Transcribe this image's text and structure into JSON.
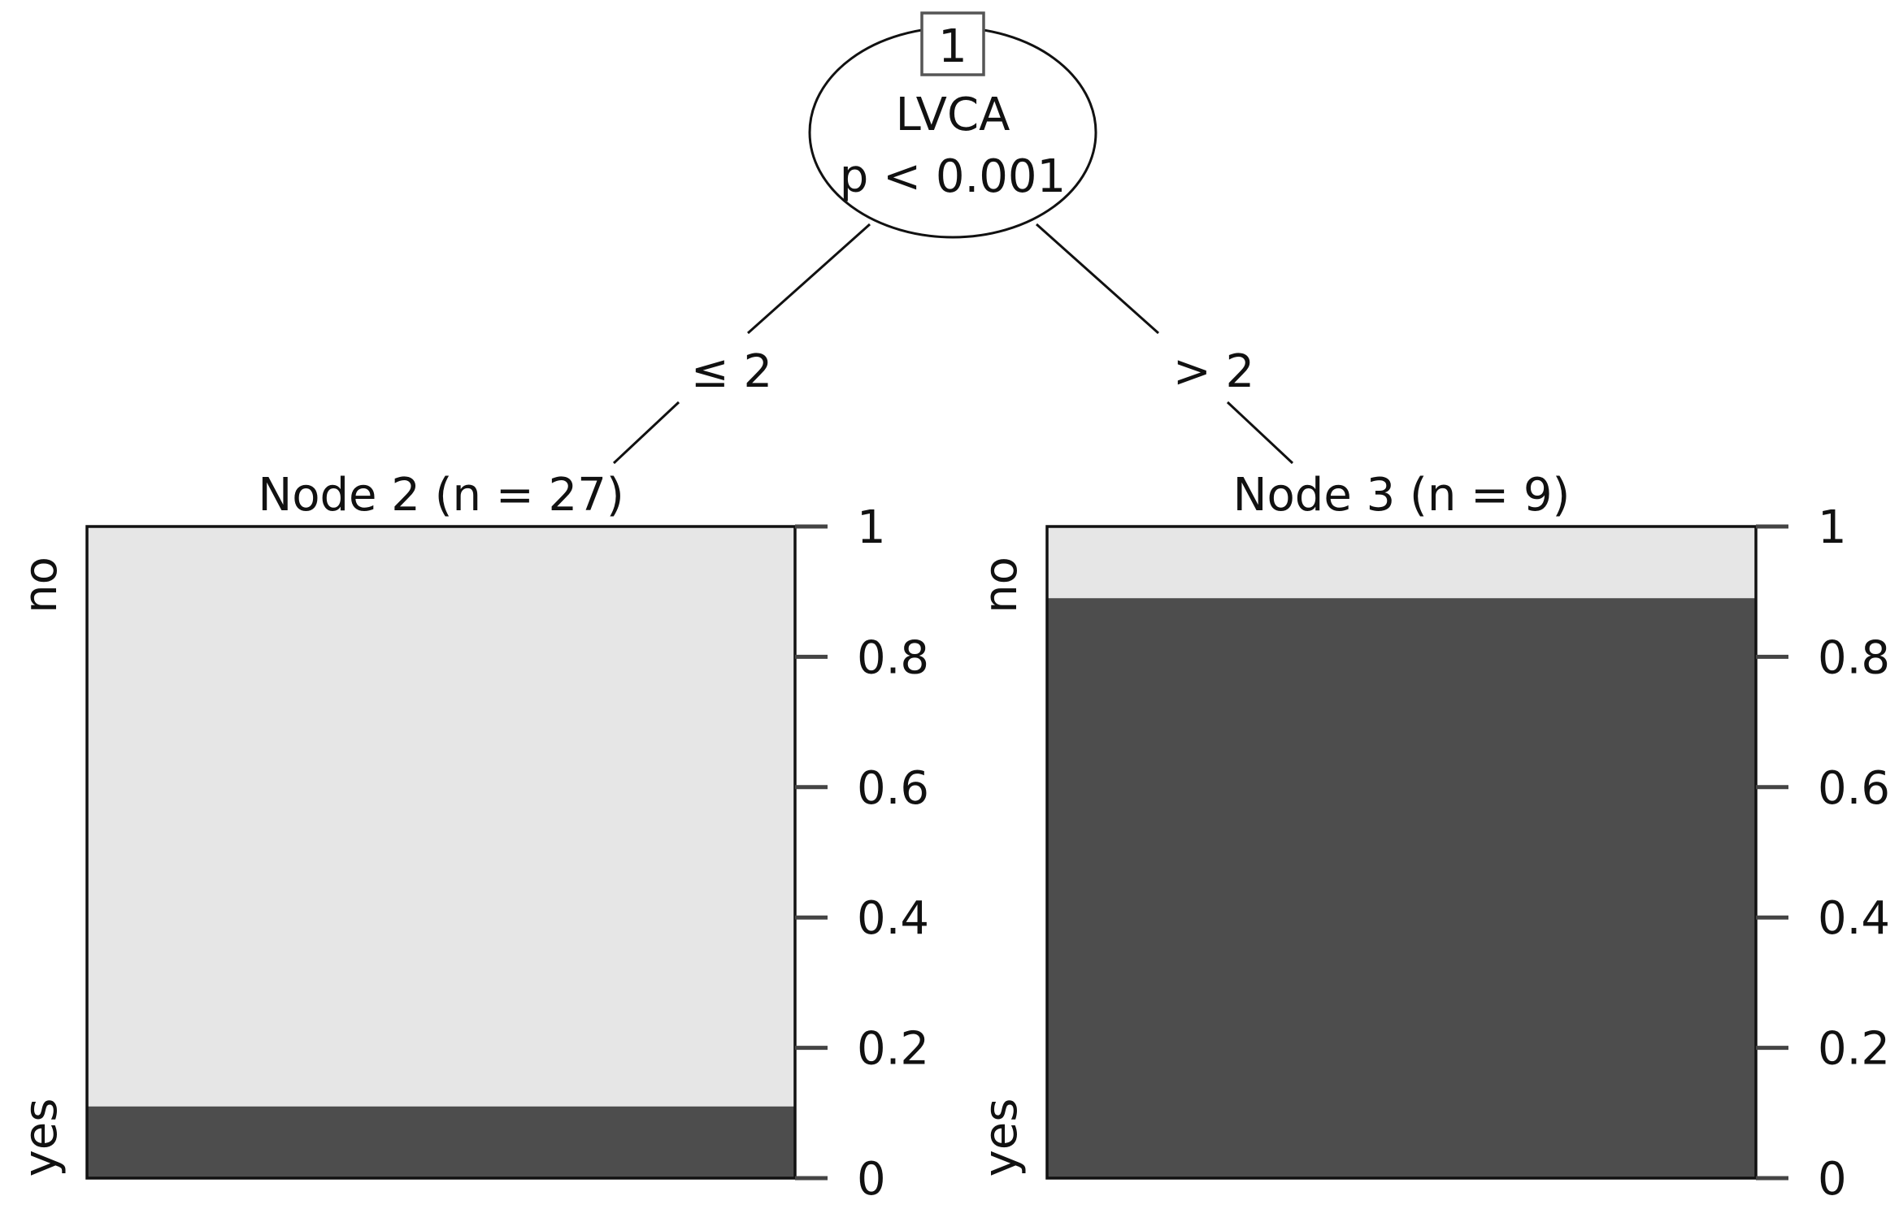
{
  "chart_data": {
    "type": "bar",
    "subtype": "decision-tree-terminal-proportions",
    "root": {
      "id": "1",
      "variable": "LVCA",
      "p_label": "p < 0.001"
    },
    "splits": [
      {
        "label": "≤ 2",
        "node": "Node 2 (n = 27)"
      },
      {
        "label": "> 2",
        "node": "Node 3 (n = 9)"
      }
    ],
    "categories": [
      "Node 2 (n = 27)",
      "Node 3 (n = 9)"
    ],
    "series": [
      {
        "name": "yes",
        "values": [
          0.11,
          0.89
        ]
      },
      {
        "name": "no",
        "values": [
          0.89,
          0.11
        ]
      }
    ],
    "category_labels": {
      "top": "no",
      "bottom": "yes"
    },
    "y_ticks": [
      "0",
      "0.2",
      "0.4",
      "0.6",
      "0.8",
      "1"
    ],
    "ylim": [
      0,
      1
    ],
    "colors": {
      "yes": "#4d4d4d",
      "no": "#e6e6e6",
      "line": "#111111"
    }
  }
}
